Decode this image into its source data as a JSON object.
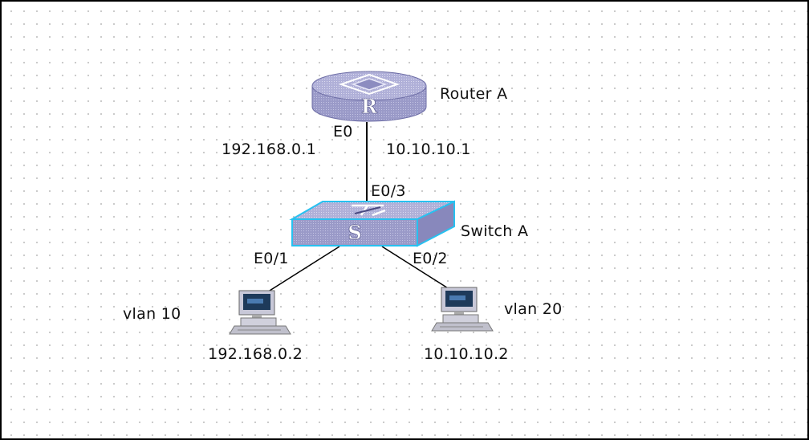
{
  "devices": {
    "router": {
      "name": "Router A",
      "icon": "router-icon",
      "letter": "R"
    },
    "switch": {
      "name": "Switch A",
      "icon": "switch-icon",
      "letter": "S"
    },
    "pc_left": {
      "vlan": "vlan 10",
      "ip": "192.168.0.2",
      "icon": "pc-icon"
    },
    "pc_right": {
      "vlan": "vlan 20",
      "ip": "10.10.10.2",
      "icon": "pc-icon"
    }
  },
  "interfaces": {
    "router_port": "E0",
    "router_ip_1": "192.168.0.1",
    "router_ip_2": "10.10.10.1",
    "switch_uplink": "E0/3",
    "switch_port_left": "E0/1",
    "switch_port_right": "E0/2"
  },
  "colors": {
    "device_fill": "#9a9ac8",
    "device_top": "#b8b8dc",
    "device_dark": "#6e6ea6",
    "switch_outline": "#27c1f0",
    "line": "#000000"
  }
}
